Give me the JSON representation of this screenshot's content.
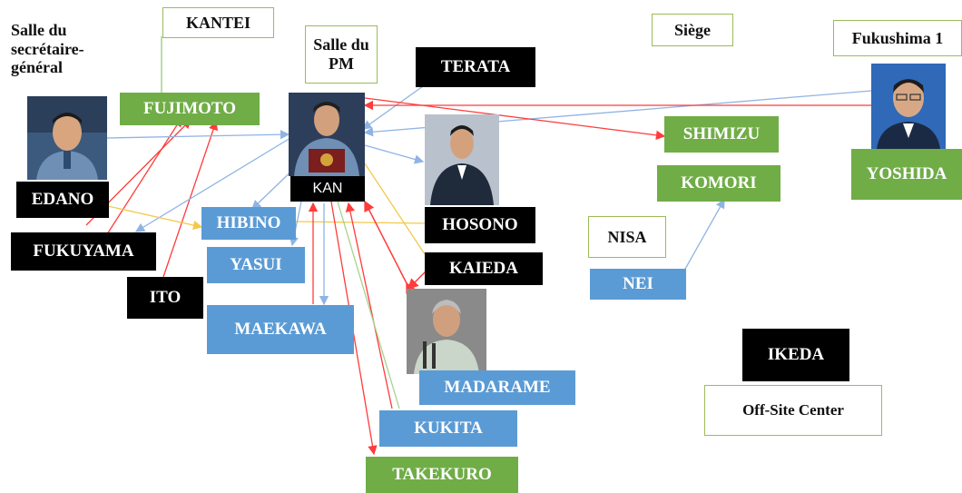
{
  "colors": {
    "black_box": "#000000",
    "green_box": "#70ad47",
    "blue_box": "#5b9bd5",
    "red_link": "#ff3b3b",
    "blue_link": "#8fb4e3",
    "yellow_link": "#f2c94c",
    "green_link": "#a9d18e"
  },
  "rooms": {
    "secretary_room": "Salle du secrétaire-général",
    "kantei": "KANTEI",
    "pm_room": "Salle du PM",
    "siege": "Siège",
    "fukushima": "Fukushima 1",
    "nisa": "NISA",
    "offsite": "Off-Site Center"
  },
  "people": {
    "fujimoto": "FUJIMOTO",
    "edano": "EDANO",
    "fukuyama": "FUKUYAMA",
    "ito": "ITO",
    "kan": "KAN",
    "terata": "TERATA",
    "hibino": "HIBINO",
    "yasui": "YASUI",
    "maekawa": "MAEKAWA",
    "hosono": "HOSONO",
    "kaieda": "KAIEDA",
    "madarame": "MADARAME",
    "kukita": "KUKITA",
    "takekuro": "TAKEKURO",
    "shimizu": "SHIMIZU",
    "komori": "KOMORI",
    "nei": "NEI",
    "ikeda": "IKEDA",
    "yoshida": "YOSHIDA"
  },
  "photos": {
    "edano": "portrait-photo",
    "kan": "portrait-photo",
    "hosono": "portrait-photo",
    "madarame": "portrait-photo",
    "yoshida": "portrait-photo"
  }
}
